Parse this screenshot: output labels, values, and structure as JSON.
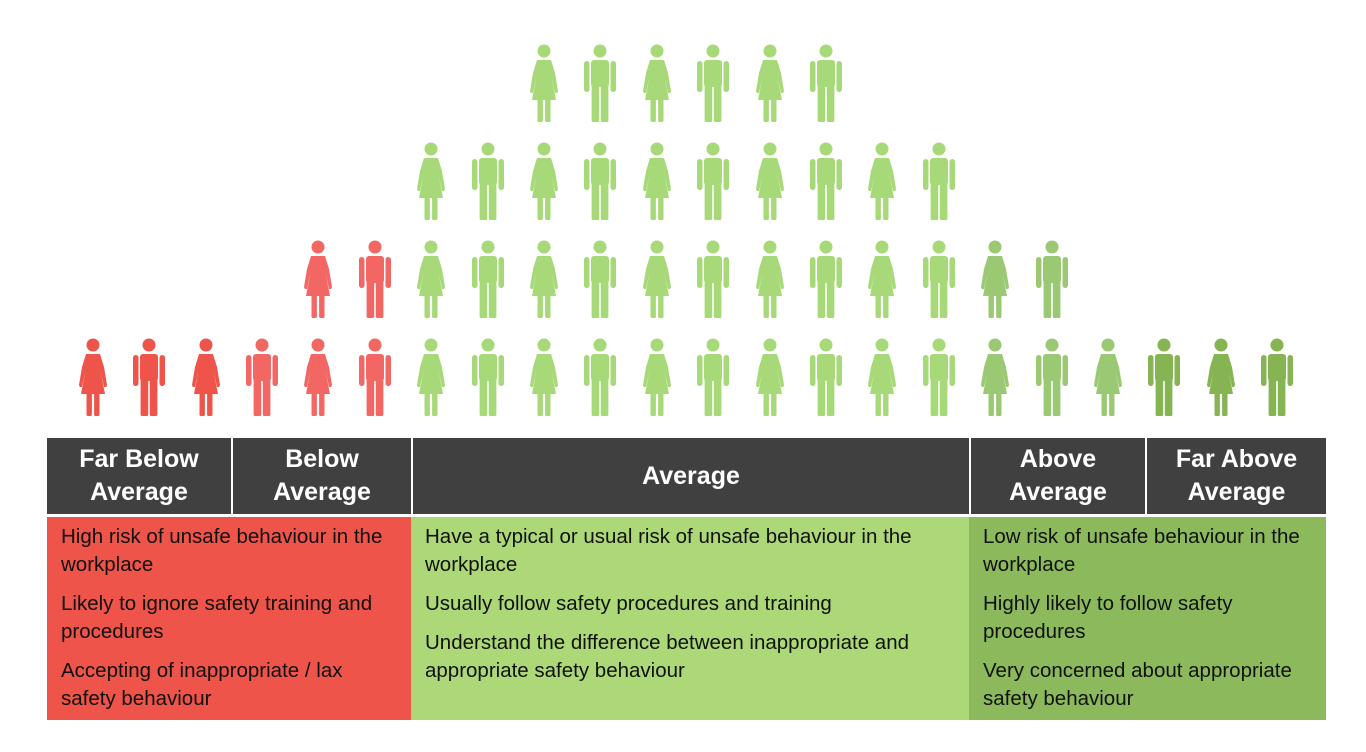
{
  "categories": {
    "far_below": {
      "header_line1": "Far Below",
      "header_line2": "Average",
      "color": "#ee5449",
      "statements": [
        "High risk of unsafe behaviour in the workplace",
        "Likely to ignore safety training and procedures",
        "Accepting of inappropriate / lax safety behaviour"
      ]
    },
    "below": {
      "header_line1": "Below",
      "header_line2": "Average",
      "color": "#f26763"
    },
    "average": {
      "header": "Average",
      "color": "#a7d979",
      "box_color": "#acd877",
      "statements": [
        "Have a typical or usual risk of unsafe behaviour in the workplace",
        "Usually follow safety procedures and training",
        "Understand the difference between inappropriate and appropriate safety behaviour"
      ]
    },
    "above": {
      "header_line1": "Above",
      "header_line2": "Average",
      "color": "#9bc872"
    },
    "far_above": {
      "header_line1": "Far Above",
      "header_line2": "Average",
      "color": "#86b452",
      "box_color": "#8cb95c",
      "statements": [
        "Low risk of unsafe behaviour in the workplace",
        "Highly likely to follow safety procedures",
        "Very concerned about appropriate safety behaviour"
      ]
    }
  },
  "distribution": {
    "rows_bottom_to_top": [
      {
        "far_below": 3,
        "below": 3,
        "average": 10,
        "above": 3,
        "far_above": 3
      },
      {
        "far_below": 0,
        "below": 2,
        "average": 10,
        "above": 2,
        "far_above": 0
      },
      {
        "far_below": 0,
        "below": 0,
        "average": 10,
        "above": 0,
        "far_above": 0
      },
      {
        "far_below": 0,
        "below": 0,
        "average": 6,
        "above": 0,
        "far_above": 0
      }
    ],
    "gender_pattern": "alternating-female-first"
  },
  "icons": {
    "female": "female-person-icon",
    "male": "male-person-icon"
  }
}
